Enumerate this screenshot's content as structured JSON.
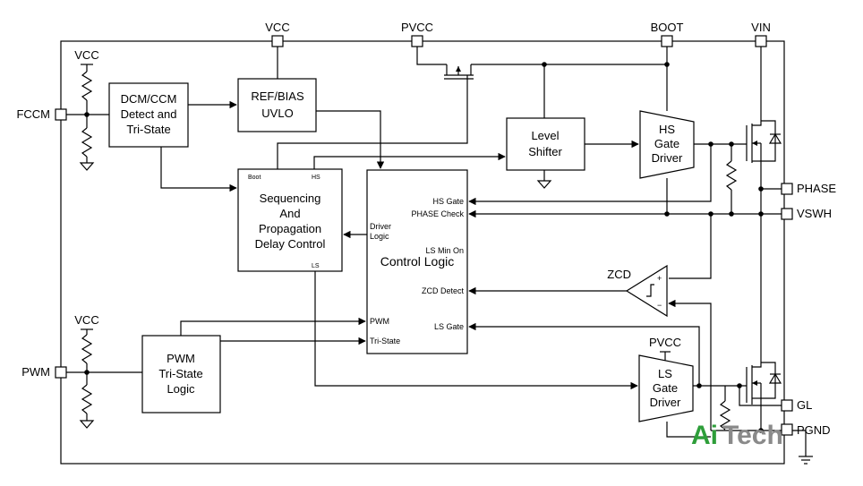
{
  "pins": {
    "vcc_top": "VCC",
    "pvcc_top": "PVCC",
    "boot": "BOOT",
    "vin": "VIN",
    "fccm": "FCCM",
    "pwm": "PWM",
    "phase": "PHASE",
    "vswh": "VSWH",
    "gl": "GL",
    "pgnd": "PGND",
    "vcc_fccm": "VCC",
    "vcc_pwm": "VCC",
    "pvcc_ls": "PVCC"
  },
  "blocks": {
    "dcm": [
      "DCM/CCM",
      "Detect and",
      "Tri-State"
    ],
    "ref": [
      "REF/BIAS",
      "UVLO"
    ],
    "level": [
      "Level",
      "Shifter"
    ],
    "hs_driver": [
      "HS",
      "Gate",
      "Driver"
    ],
    "ls_driver": [
      "LS",
      "Gate",
      "Driver"
    ],
    "seq": [
      "Sequencing",
      "And",
      "Propagation",
      "Delay Control"
    ],
    "pwm_logic": [
      "PWM",
      "Tri-State",
      "Logic"
    ],
    "control": "Control Logic",
    "zcd": "ZCD"
  },
  "labels": {
    "boot": "Boot",
    "hs": "HS",
    "ls": "LS",
    "driver_logic": [
      "Driver",
      "Logic"
    ],
    "hs_gate": "HS Gate",
    "phase_check": "PHASE Check",
    "ls_min_on": "LS Min On",
    "zcd_detect": "ZCD Detect",
    "ls_gate": "LS Gate",
    "pwm_in": "PWM",
    "tri_state": "Tri-State",
    "plus": "+",
    "minus": "−"
  },
  "watermark": "AiTech",
  "colors": {
    "line": "#000000",
    "watermark_green": "#2e9e3a",
    "watermark_gray": "#8a8a8a"
  }
}
